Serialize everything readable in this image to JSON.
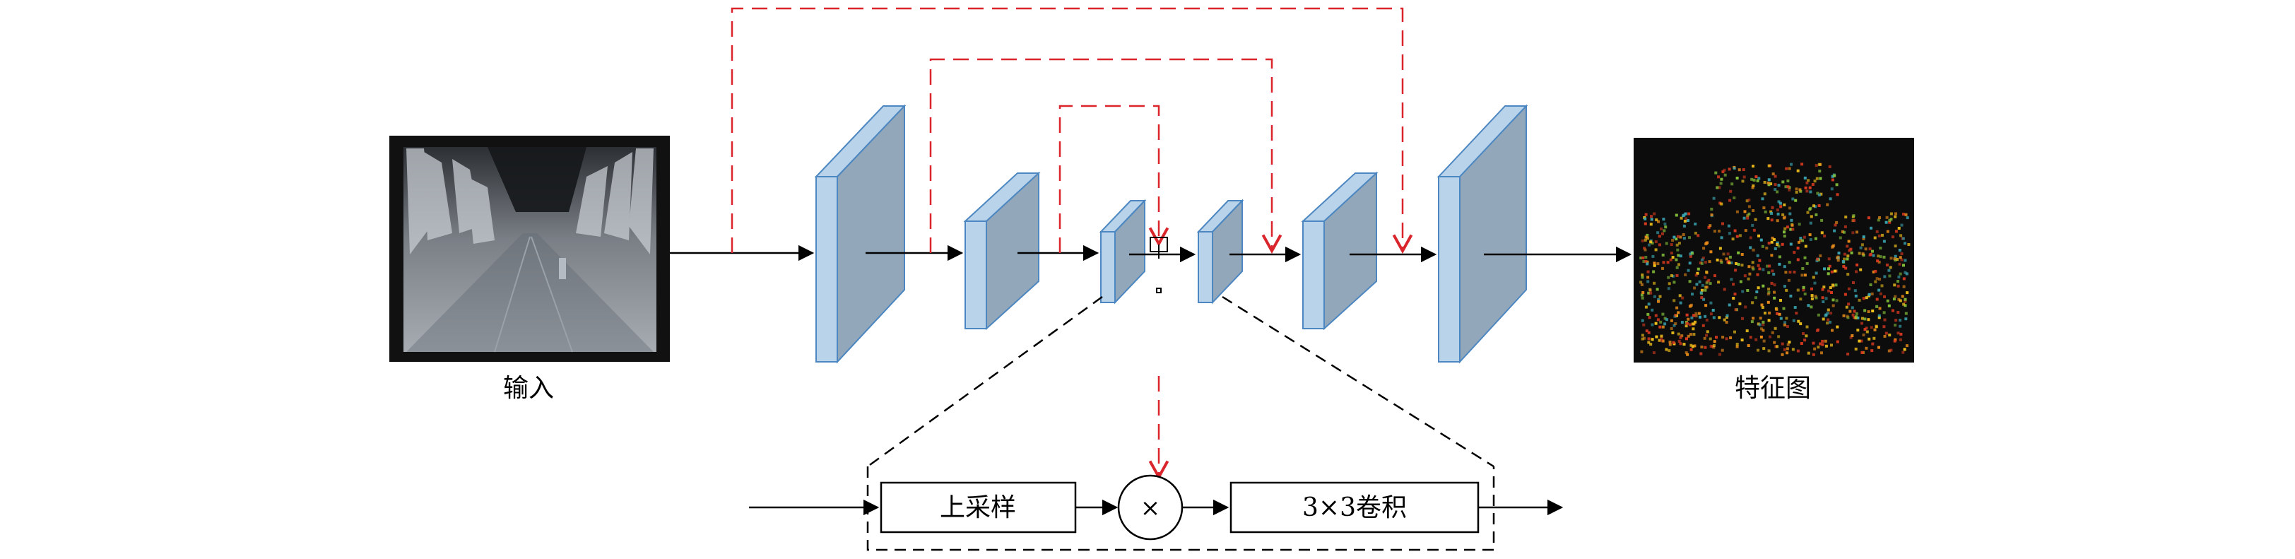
{
  "labels": {
    "input": "输入",
    "feature_map": "特征图",
    "upsample": "上采样",
    "multiply": "×",
    "conv": "3×3卷积"
  },
  "colors": {
    "block_front": "#92a8ba",
    "block_side": "#7f96aa",
    "block_top": "#b9d3ea",
    "block_edge": "#4d87c1",
    "skip_line": "#d9252b",
    "arrow": "#000000"
  },
  "icons": {
    "input_image": "thermal-road-image",
    "feature_image": "point-feature-heatmap"
  }
}
